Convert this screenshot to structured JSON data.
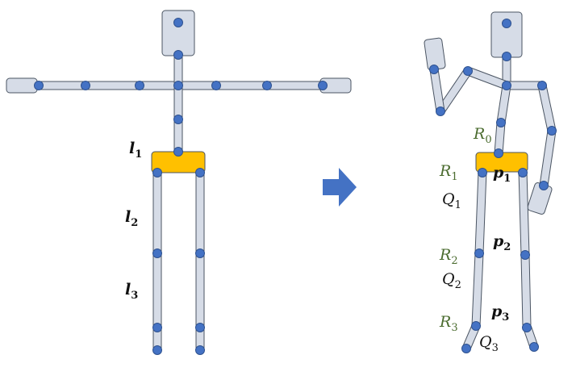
{
  "colors": {
    "segment_fill": "#d6dce7",
    "segment_stroke": "#4b5563",
    "joint_fill": "#4472c4",
    "joint_stroke": "#2f528f",
    "pelvis_fill": "#ffc000",
    "arrow_fill": "#4472c4",
    "green_label": "#4a6b2e"
  },
  "left_figure": {
    "labels": [
      {
        "base": "l",
        "sub": "1"
      },
      {
        "base": "l",
        "sub": "2"
      },
      {
        "base": "l",
        "sub": "3"
      }
    ]
  },
  "right_figure": {
    "rot_labels": [
      {
        "base": "R",
        "sub": "0"
      },
      {
        "base": "R",
        "sub": "1"
      },
      {
        "base": "R",
        "sub": "2"
      },
      {
        "base": "R",
        "sub": "3"
      }
    ],
    "q_labels": [
      {
        "base": "Q",
        "sub": "1"
      },
      {
        "base": "Q",
        "sub": "2"
      },
      {
        "base": "Q",
        "sub": "3"
      }
    ],
    "p_labels": [
      {
        "base": "p",
        "sub": "1"
      },
      {
        "base": "p",
        "sub": "2"
      },
      {
        "base": "p",
        "sub": "3"
      }
    ]
  },
  "transition": {
    "icon": "right-arrow-icon"
  }
}
